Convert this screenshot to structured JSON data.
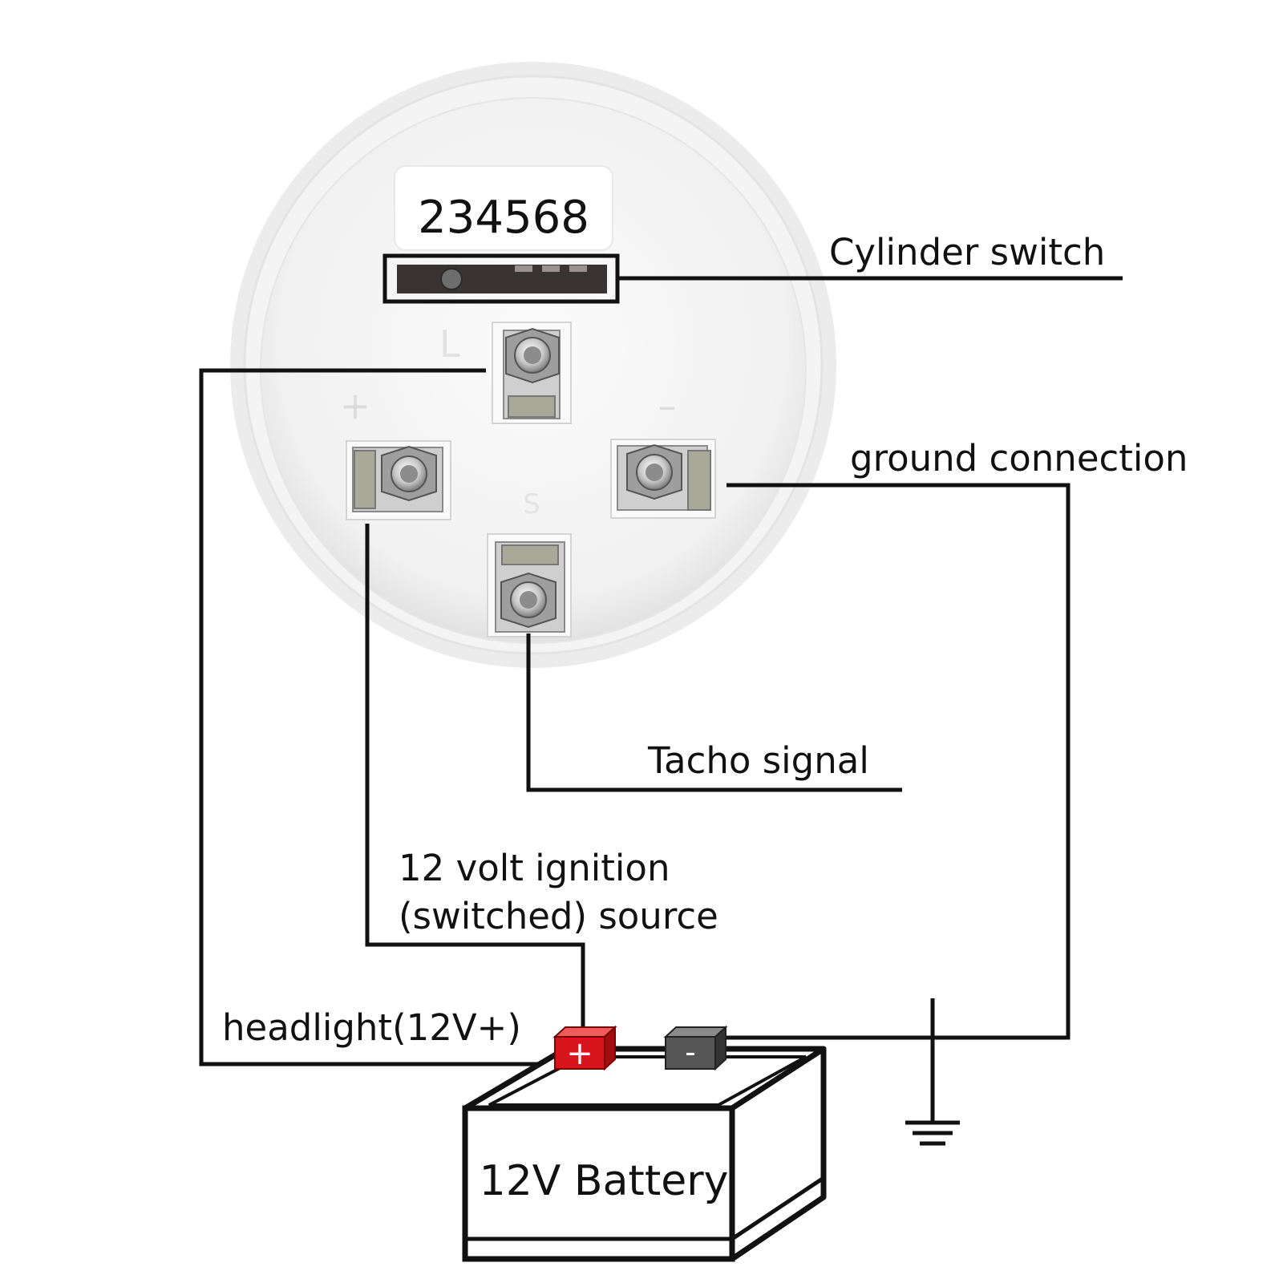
{
  "gauge": {
    "label_number": "234568",
    "terminal_marks": {
      "light": "L",
      "positive": "+",
      "negative": "–",
      "signal": "S"
    }
  },
  "labels": {
    "cylinder_switch": "Cylinder switch",
    "ground_connection": "ground connection",
    "tacho_signal": "Tacho signal",
    "ignition_line1": "12 volt ignition",
    "ignition_line2": "(switched) source",
    "headlight": "headlight(12V+)",
    "battery": "12V Battery"
  },
  "battery_terminals": {
    "positive": "+",
    "negative": "-"
  },
  "colors": {
    "line": "#111111",
    "gauge_body": "#f1f1f1",
    "positive_terminal": "#d8141c",
    "negative_terminal": "#555555"
  }
}
